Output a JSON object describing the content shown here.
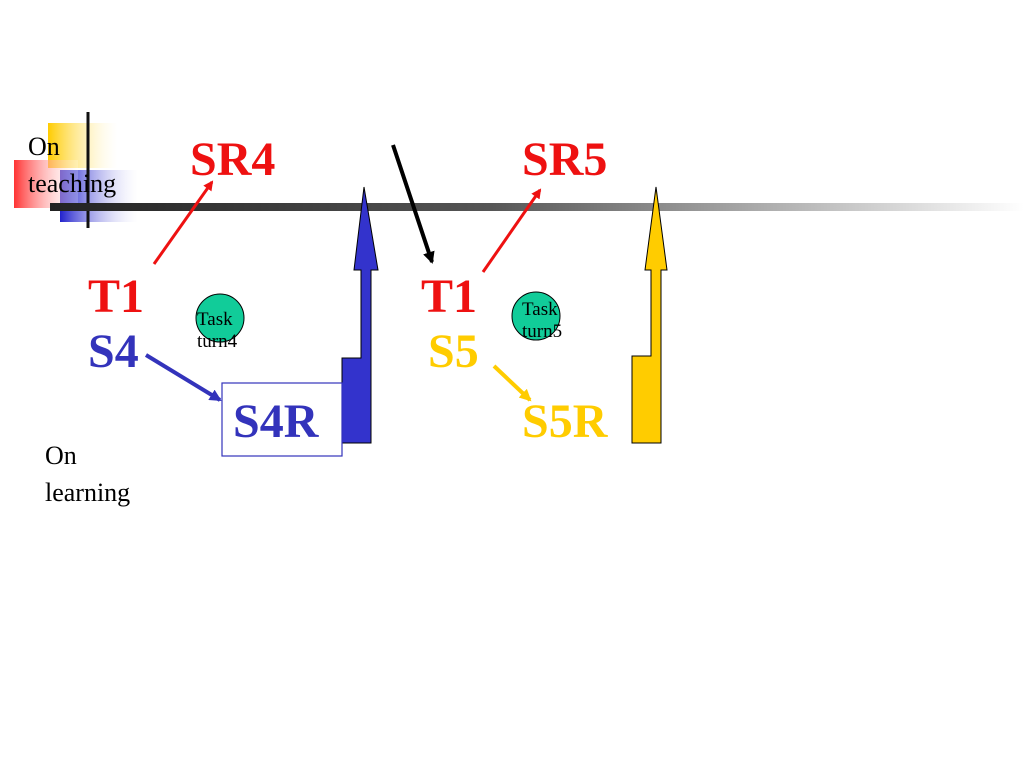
{
  "colors": {
    "red": "#ee1111",
    "blue": "#3333bb",
    "yellow": "#ffcc00",
    "teal": "#11cc99",
    "black": "#000000"
  },
  "labels": {
    "on_teaching": [
      "On",
      "teaching"
    ],
    "on_learning": [
      "On",
      "learning"
    ],
    "sr4": "SR4",
    "sr5": "SR5",
    "t1_left": "T1",
    "t1_right": "T1",
    "s4": "S4",
    "s5": "S5",
    "s4r": "S4R",
    "s5r": "S5R",
    "task_turn4": [
      "Task",
      "turn4"
    ],
    "task_turn5": [
      "Task",
      "turn5"
    ]
  },
  "icons": {
    "corner": "corner-squares-decoration",
    "arrow_blue": "blue-up-arrow-icon",
    "arrow_yellow": "yellow-up-arrow-icon"
  }
}
